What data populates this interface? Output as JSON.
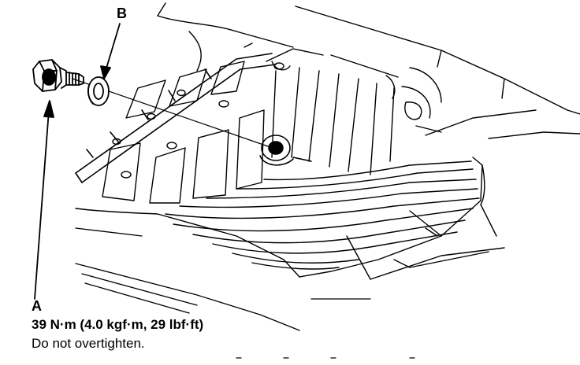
{
  "callouts": {
    "a": "A",
    "b": "B"
  },
  "spec": {
    "torque": "39 N·m (4.0 kgf·m, 29 lbf·ft)",
    "caution": "Do not overtighten."
  },
  "parts": {
    "a_icon": "drain-bolt-icon",
    "b_icon": "sealing-washer-icon"
  },
  "colors": {
    "ink": "#000000",
    "paper": "#ffffff"
  }
}
